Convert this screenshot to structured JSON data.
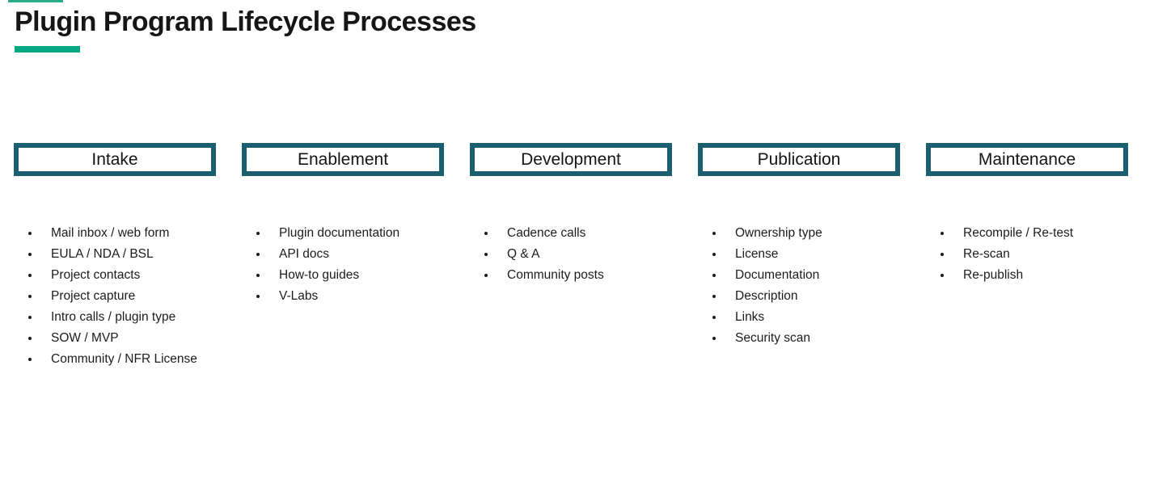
{
  "title": {
    "text": "Plugin Program Lifecycle Processes"
  },
  "accent": {
    "green": "#01A982",
    "teal_border": "#1B5E6F"
  },
  "columns": [
    {
      "title": "Intake",
      "items": [
        "Mail inbox / web form",
        "EULA / NDA / BSL",
        "Project contacts",
        "Project capture",
        "Intro calls / plugin type",
        "SOW / MVP",
        "Community / NFR License"
      ]
    },
    {
      "title": "Enablement",
      "items": [
        "Plugin documentation",
        "API docs",
        "How-to guides",
        "V-Labs"
      ]
    },
    {
      "title": "Development",
      "items": [
        "Cadence calls",
        "Q & A",
        "Community posts"
      ]
    },
    {
      "title": "Publication",
      "items": [
        "Ownership type",
        "License",
        "Documentation",
        "Description",
        "Links",
        "Security scan"
      ]
    },
    {
      "title": "Maintenance",
      "items": [
        "Recompile / Re-test",
        "Re-scan",
        "Re-publish"
      ]
    }
  ]
}
